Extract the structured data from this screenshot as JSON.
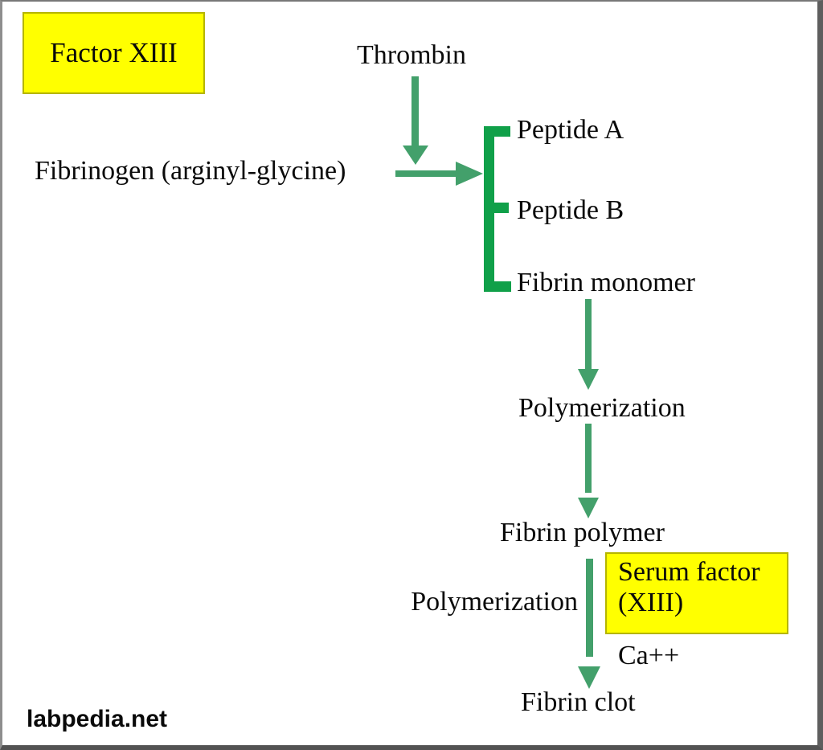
{
  "colors": {
    "background": "#ffffff",
    "text": "#0a0a0a",
    "arrow_green": "#43a06b",
    "bracket_green": "#10a049",
    "highlight_yellow": "#ffff00",
    "highlight_border": "#b5b500"
  },
  "labels": {
    "factor_box": "Factor XIII",
    "thrombin": "Thrombin",
    "fibrinogen": "Fibrinogen (arginyl-glycine)",
    "peptide_a": "Peptide A",
    "peptide_b": "Peptide B",
    "fibrin_monomer": "Fibrin monomer",
    "polymerization_upper": "Polymerization",
    "fibrin_polymer": "Fibrin polymer",
    "polymerization_lower": "Polymerization",
    "serum_factor_line1": "Serum factor",
    "serum_factor_line2": "(XIII)",
    "calcium": "Ca++",
    "fibrin_clot": "Fibrin clot",
    "watermark": "labpedia.net"
  }
}
